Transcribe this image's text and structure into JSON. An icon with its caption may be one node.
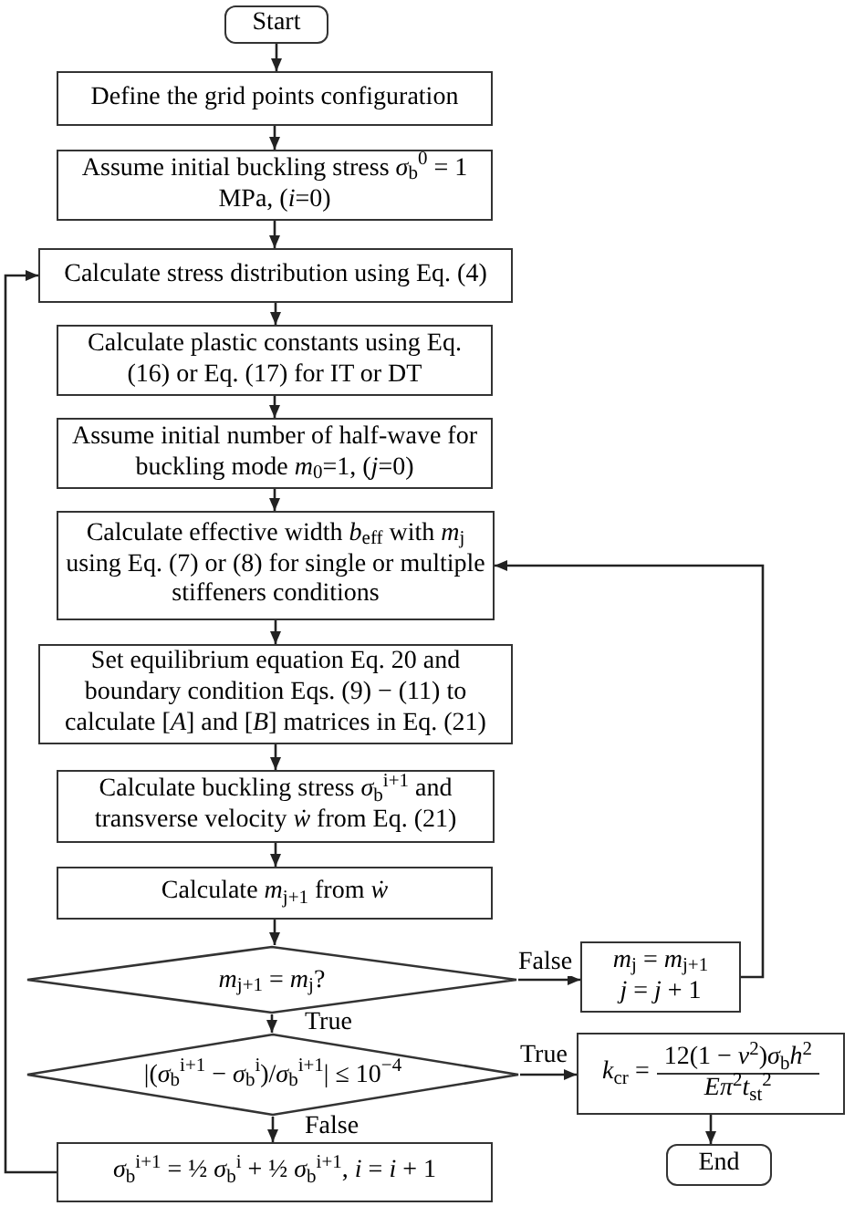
{
  "diagram": {
    "nodes": [
      {
        "text": [
          "Start"
        ]
      },
      {
        "text": [
          "Define the grid points configuration"
        ]
      },
      {
        "text": [
          "Assume initial buckling stress *σ*$_{b}$$^{0}$ = 1 MPa, (*i*=0)"
        ]
      },
      {
        "text": [
          "Calculate stress distribution using Eq. (4)"
        ]
      },
      {
        "text": [
          "Calculate plastic constants using Eq. (16) or Eq. (17) for IT or DT"
        ]
      },
      {
        "text": [
          "Assume initial number of half-wave for buckling mode *m*$_{0}$=1, (*j*=0)"
        ]
      },
      {
        "text": [
          "Calculate effective width *b*$_{eff}$ with *m*$_{j}$ using Eq. (7) or (8) for single or multiple stiffeners conditions"
        ]
      },
      {
        "text": [
          "Set equilibrium equation Eq. 20 and boundary condition Eqs. (9) − (11) to calculate [*A*] and [*B*] matrices in Eq. (21)"
        ]
      },
      {
        "text": [
          "Calculate buckling stress *σ*$_{b}$$^{i+1}$ and transverse velocity *ẇ* from Eq. (21)"
        ]
      },
      {
        "text": [
          "Calculate *m*$_{j+1}$ from *ẇ*"
        ]
      },
      {
        "text": [
          "*m*$_{j+1}$ = *m*$_{j}$?"
        ]
      },
      {
        "text": [
          "*m*$_{j}$ = *m*$_{j+1}$",
          "*j* = *j* + 1"
        ]
      },
      {
        "text": [
          "|(*σ*$_{b}$$^{i+1}$ − *σ*$_{b}$$^{i}$)/*σ*$_{b}$$^{i+1}$| ≤ 10$^{−4}$"
        ]
      },
      {
        "text": [
          "*k*$_{cr}$ =",
          "12(1 − *v*$^{2}$)*σ*$_{b}$*h*$^{2}$",
          "*Eπ*$^{2}$*t*$_{st}$$^{2}$"
        ]
      },
      {
        "text": [
          "*σ*$_{b}$$^{i+1}$ = ½ *σ*$_{b}$$^{i}$ + ½ *σ*$_{b}$$^{i+1}$,  *i* = *i* + 1"
        ]
      },
      {
        "text": [
          "End"
        ]
      }
    ],
    "edges": [
      {
        "from": 0,
        "to": 1,
        "arrow": "to"
      },
      {
        "from": 1,
        "to": 2,
        "arrow": "to"
      },
      {
        "from": 2,
        "to": 3,
        "arrow": "to"
      },
      {
        "from": 3,
        "to": 4,
        "arrow": "to"
      },
      {
        "from": 4,
        "to": 5,
        "arrow": "to"
      },
      {
        "from": 5,
        "to": 6,
        "arrow": "to"
      },
      {
        "from": 6,
        "to": 7,
        "arrow": "to"
      },
      {
        "from": 7,
        "to": 8,
        "arrow": "to"
      },
      {
        "from": 8,
        "to": 9,
        "arrow": "to"
      },
      {
        "from": 9,
        "to": 10,
        "arrow": "to"
      },
      {
        "from": 10,
        "to": 11,
        "arrow": "to",
        "label": "False"
      },
      {
        "from": 11,
        "to": 6,
        "arrow": "to"
      },
      {
        "from": 10,
        "to": 12,
        "arrow": "to",
        "label": "True"
      },
      {
        "from": 12,
        "to": 13,
        "arrow": "to",
        "label": "True"
      },
      {
        "from": 12,
        "to": 14,
        "arrow": "to",
        "label": "False"
      },
      {
        "from": 13,
        "to": 15,
        "arrow": "to"
      },
      {
        "from": 14,
        "to": 3,
        "arrow": "to"
      }
    ]
  }
}
